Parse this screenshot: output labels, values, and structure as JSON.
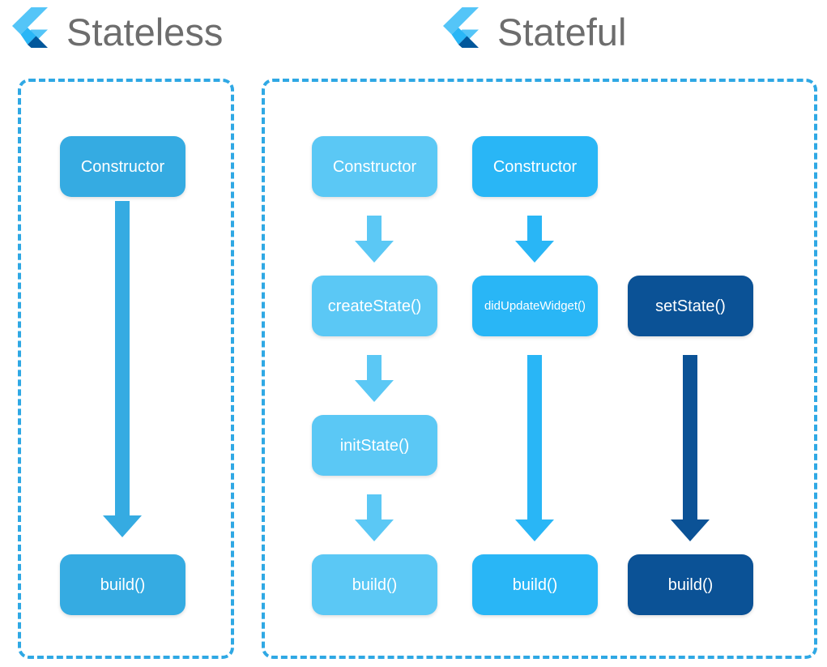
{
  "colors": {
    "light_blue": "#5BC8F5",
    "mid_blue": "#29B6F6",
    "stateless_blue": "#35ABE2",
    "navy": "#0B5296",
    "dashed_border": "#2FA8E4",
    "title_gray": "#6D6D6D",
    "logo_light": "#54C5F8",
    "logo_mid": "#29B6F6",
    "logo_navy": "#01579B",
    "background": "#FFFFFF"
  },
  "headers": [
    {
      "logo": "flutter-logo",
      "title": "Stateless"
    },
    {
      "logo": "flutter-logo",
      "title": "Stateful"
    }
  ],
  "stateless": {
    "panel_label": "Stateless lifecycle panel",
    "nodes": [
      {
        "label": "Constructor",
        "color": "#35ABE2",
        "name": "node-constructor"
      },
      {
        "label": "build()",
        "color": "#35ABE2",
        "name": "node-build"
      }
    ],
    "arrows": [
      {
        "from": "Constructor",
        "to": "build()",
        "color": "#35ABE2"
      }
    ]
  },
  "stateful": {
    "panel_label": "Stateful lifecycle panel",
    "columns": [
      {
        "name": "create-flow",
        "color": "#5BC8F5",
        "nodes": [
          {
            "label": "Constructor",
            "name": "node-constructor"
          },
          {
            "label": "createState()",
            "name": "node-create-state"
          },
          {
            "label": "initState()",
            "name": "node-init-state"
          },
          {
            "label": "build()",
            "name": "node-build"
          }
        ]
      },
      {
        "name": "update-flow",
        "color": "#29B6F6",
        "nodes": [
          {
            "label": "Constructor",
            "name": "node-constructor"
          },
          {
            "label": "didUpdateWidget()",
            "name": "node-did-update-widget",
            "small": true
          },
          {
            "label": "build()",
            "name": "node-build"
          }
        ]
      },
      {
        "name": "setstate-flow",
        "color": "#0B5296",
        "nodes": [
          {
            "label": "setState()",
            "name": "node-set-state"
          },
          {
            "label": "build()",
            "name": "node-build"
          }
        ]
      }
    ]
  }
}
